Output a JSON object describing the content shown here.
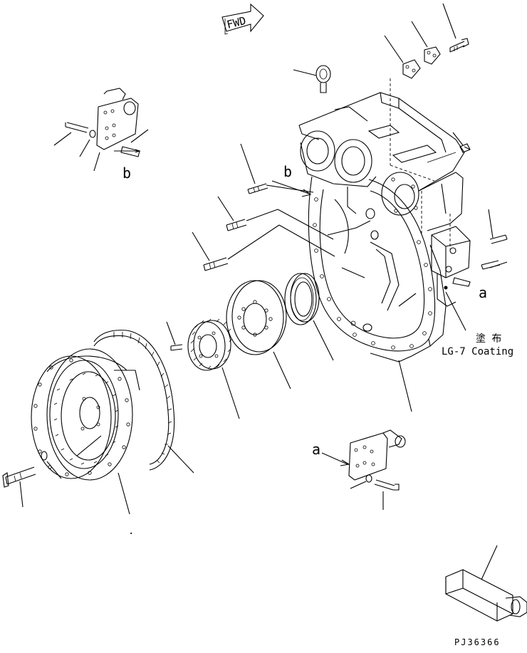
{
  "diagram": {
    "fwd_label": "FWD",
    "view_label_a": "a",
    "view_label_b": "b",
    "view_ref_a": "a",
    "view_ref_b": "b",
    "coating_jp": "塗 布",
    "coating_label": "LG-7 Coating",
    "dot_mark": ".",
    "figure_code": "PJ36366"
  }
}
